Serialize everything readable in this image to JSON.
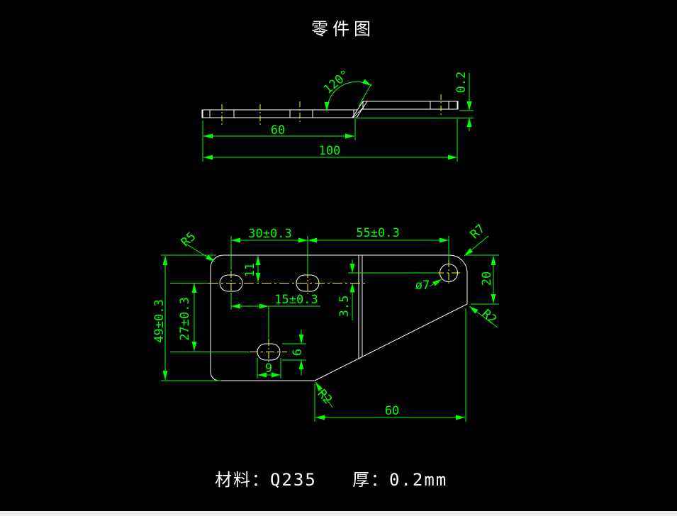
{
  "title": "零件图",
  "footer": {
    "material": "材料：Q235",
    "thickness": "厚：0.2mm"
  },
  "colors": {
    "background": "#000000",
    "outline": "#ffffff",
    "dimension": "#00ff00",
    "centerline": "#ffff00",
    "bottom_strip": "#efefef"
  },
  "section_view": {
    "bend_angle": "120°",
    "bend_position": "60",
    "total_length": "100",
    "step": "0.2"
  },
  "plan_view": {
    "slot_pitch": "30±0.3",
    "hole_pitch": "55±0.3",
    "corner_top_left": "R5",
    "corner_top_right": "R7",
    "top_to_slot": "11",
    "slot_to_slot": "15±0.3",
    "center_offset": "3.5",
    "hole_diameter": "ø7",
    "right_edge": "20",
    "notch_radius": "R2",
    "plate_height": "49±0.3",
    "row_spacing": "27±0.3",
    "small_slot_height": "6",
    "small_slot_width": "9",
    "bottom_radius": "R2",
    "notch_length": "60"
  }
}
